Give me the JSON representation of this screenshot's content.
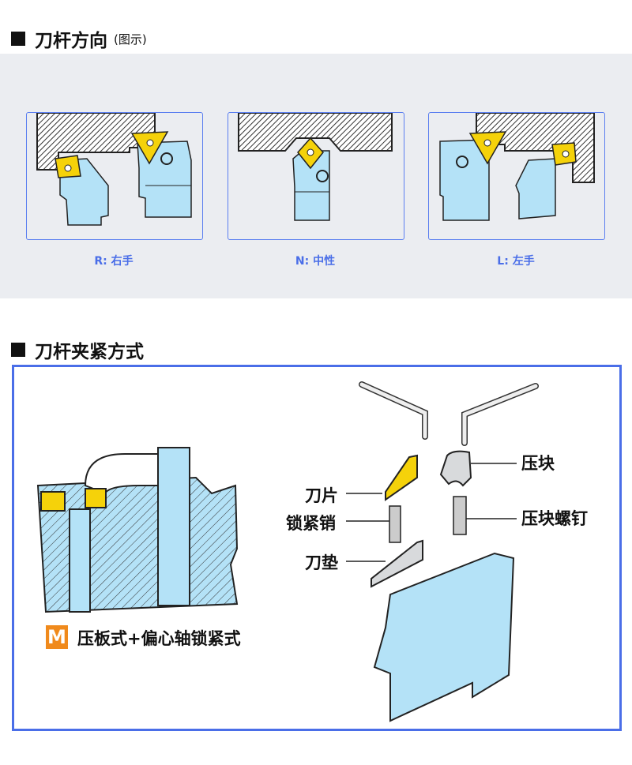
{
  "section1": {
    "title": "刀杆方向",
    "subtitle": "(图示)"
  },
  "directions": [
    {
      "label": "R: 右手"
    },
    {
      "label": "N: 中性"
    },
    {
      "label": "L: 左手"
    }
  ],
  "section2": {
    "title": "刀杆夹紧方式"
  },
  "clamping": {
    "badge": "M",
    "description": "压板式+偏心轴锁紧式",
    "parts": {
      "insert": "刀片",
      "lock_pin": "锁紧销",
      "shim": "刀垫",
      "clamp": "压块",
      "clamp_screw": "压块螺钉"
    }
  },
  "colors": {
    "accent": "#4a6ee8",
    "insert": "#f5d20a",
    "holder": "#b4e2f7",
    "badge": "#f08a1c"
  }
}
